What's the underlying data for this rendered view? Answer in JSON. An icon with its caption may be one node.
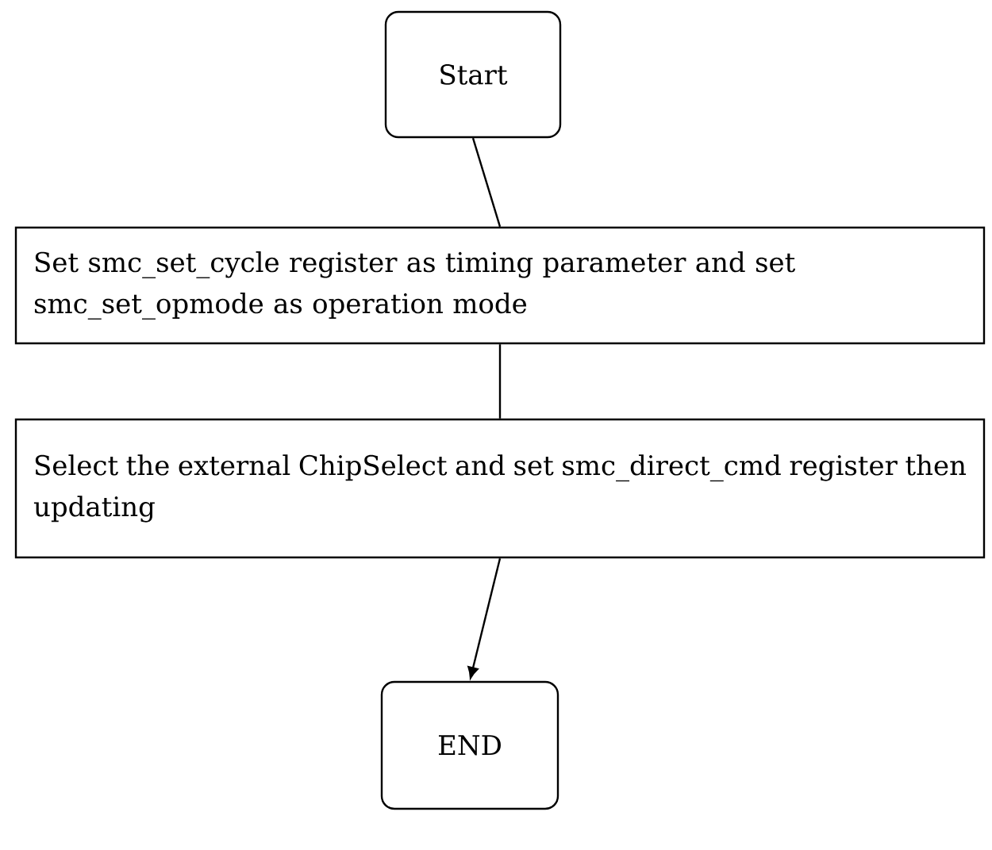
{
  "diagram": {
    "nodes": [
      {
        "text": [
          "Start"
        ]
      },
      {
        "text": [
          "Set smc_set_cycle register as timing parameter and set smc_set_opmode as operation mode"
        ]
      },
      {
        "text": [
          "Select the external ChipSelect and set smc_direct_cmd register then updating"
        ]
      },
      {
        "text": [
          "END"
        ]
      }
    ],
    "edges": [
      {
        "from": 0,
        "to": 1,
        "arrow": "none"
      },
      {
        "from": 1,
        "to": 2,
        "arrow": "none"
      },
      {
        "from": 2,
        "to": 3,
        "arrow": "to"
      }
    ]
  }
}
